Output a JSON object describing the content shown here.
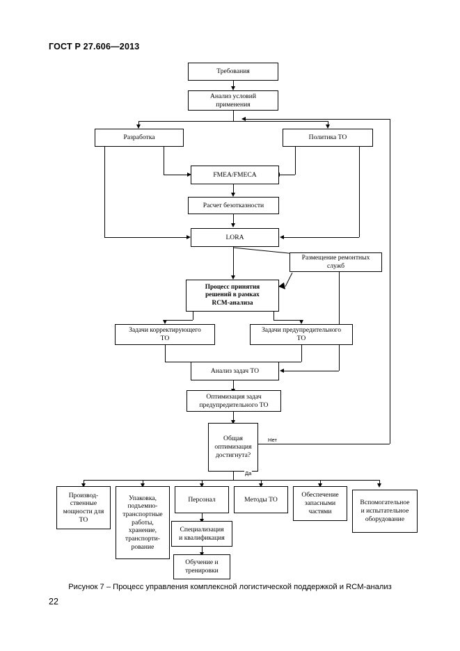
{
  "document": {
    "standard_header": "ГОСТ Р 27.606—2013",
    "page_number": "22",
    "figure_caption": "Рисунок 7 – Процесс управления комплексной логистической поддержкой и RCM-анализ"
  },
  "flowchart": {
    "nodes": [
      {
        "id": "requirements",
        "label": "Требования"
      },
      {
        "id": "usage-analysis",
        "label": "Анализ условий\nприменения"
      },
      {
        "id": "development",
        "label": "Разработка"
      },
      {
        "id": "maintenance-policy",
        "label": "Политика ТО"
      },
      {
        "id": "fmea-fmeca",
        "label": "FMEA/FMECA"
      },
      {
        "id": "reliability-calc",
        "label": "Расчет безотказности"
      },
      {
        "id": "lora",
        "label": "LORA"
      },
      {
        "id": "repair-placement",
        "label": "Размещение ремонтных\nслужб"
      },
      {
        "id": "rcm-decision",
        "label": "Процесс принятия\nрешений в рамках\nRCM-анализа"
      },
      {
        "id": "corrective-tasks",
        "label": "Задачи корректирующего\nТО"
      },
      {
        "id": "preventive-tasks",
        "label": "Задачи предупредительного\nТО"
      },
      {
        "id": "task-analysis",
        "label": "Анализ задач ТО"
      },
      {
        "id": "task-optimization",
        "label": "Оптимизация задач\nпредупредительного ТО"
      },
      {
        "id": "optimization-check",
        "label": "Общая\nоптимизация\nдостигнута?"
      },
      {
        "id": "production-capacity",
        "label": "Производ-\nственные\nмощности для\nТО"
      },
      {
        "id": "packaging-handling",
        "label": "Упаковка,\nподъемно-\nтранспортные\nработы,\nхранение,\nтранспорти-\nрование"
      },
      {
        "id": "personnel",
        "label": "Персонал"
      },
      {
        "id": "specialization",
        "label": "Специализация\nи квалификация"
      },
      {
        "id": "training",
        "label": "Обучение и\nтренировки"
      },
      {
        "id": "maintenance-methods",
        "label": "Методы ТО"
      },
      {
        "id": "spare-parts",
        "label": "Обеспечение\nзапасными\nчастями"
      },
      {
        "id": "support-equipment",
        "label": "Вспомогательное\nи испытательное\nоборудование"
      }
    ],
    "edge_labels": {
      "no": "Нет",
      "yes": "Да"
    }
  },
  "colors": {
    "ink": "#000000",
    "paper": "#ffffff"
  }
}
